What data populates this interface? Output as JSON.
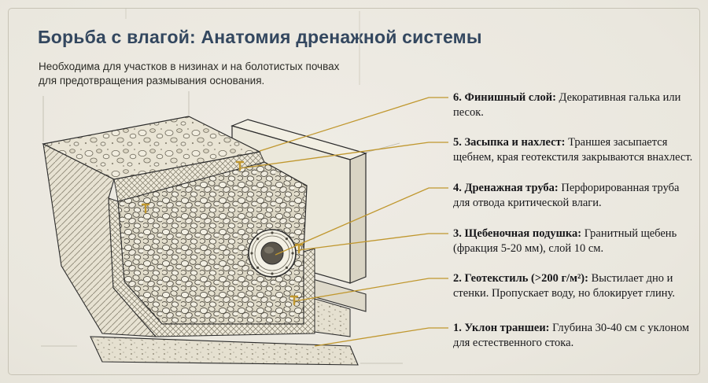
{
  "page": {
    "title": "Борьба с влагой: Анатомия дренажной системы",
    "subtitle_line1": "Необходима для участков в низинах и на болотистых почвах",
    "subtitle_line2": "для предотвращения размывания основания."
  },
  "annotations": [
    {
      "label": "6. Финишный слой:",
      "text": "Декоративная галька или песок."
    },
    {
      "label": "5. Засыпка и нахлест:",
      "text": "Траншея засыпается щебнем, края геотекстиля закрываются внахлест."
    },
    {
      "label": "4. Дренажная труба:",
      "text": "Перфорированная труба для отвода критической влаги."
    },
    {
      "label": "3. Щебеночная подушка:",
      "text": "Гранитный щебень (фракция 5-20 мм), слой 10 см."
    },
    {
      "label": "2. Геотекстиль (>200 г/м²):",
      "text": "Выстилает дно и стенки. Пропускает воду, но блокирует глину."
    },
    {
      "label": "1. Уклон траншеи:",
      "text": "Глубина 30-40 см с уклоном для естественного стока."
    }
  ],
  "diagram": {
    "type": "technical-illustration",
    "parts": [
      "pebble-finish-layer",
      "geotextile-overlap",
      "gravel-fill",
      "perforated-drain-pipe",
      "retaining-wall",
      "soil-cut-face",
      "base-layer",
      "gold-marker-pins"
    ]
  },
  "colors": {
    "background": "#ece9e1",
    "title": "#33475f",
    "body_text": "#17171a",
    "leader_lines": "#c0972e",
    "frame": "#c7c3b5",
    "drawing_ink": "#2b2b2b"
  }
}
